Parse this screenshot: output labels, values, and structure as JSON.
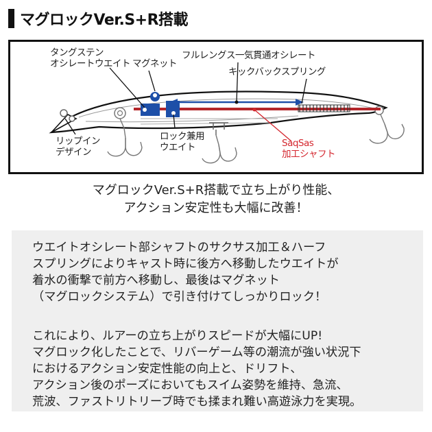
{
  "header": {
    "title": "マグロックVer.S+R搭載"
  },
  "diagram": {
    "labels": {
      "tungsten_weight": [
        "タングステン",
        "オシレートウエイト"
      ],
      "magnet": "マグネット",
      "full_length_shaft": "フルレングス一気貫通オシレート",
      "kickback_spring": "キックバックスプリング",
      "lip_in_design": [
        "リップイン",
        "デザイン"
      ],
      "lock_weight": [
        "ロック兼用",
        "ウエイト"
      ],
      "saqsas_shaft": [
        "SaqSas",
        "加工シャフト"
      ]
    },
    "colors": {
      "weight_blue": "#1d4fa8",
      "shaft_red": "#b3262a",
      "saqsas_label_red": "#d4262e",
      "outline": "#111111"
    }
  },
  "caption": {
    "lines": [
      "マグロックVer.S+R搭載で立ち上がり性能、",
      "アクション安定性も大幅に改善！"
    ]
  },
  "description": {
    "paragraph1": [
      "ウエイトオシレート部シャフトのサクサス加工＆ハーフ",
      "スプリングによりキャスト時に後方へ移動したウエイトが",
      "着水の衝撃で前方へ移動し、最後はマグネット",
      "（マグロックシステム）で引き付けてしっかりロック！"
    ],
    "paragraph2": [
      "これにより、ルアーの立ち上がりスピードが大幅にUP!",
      "マグロック化したことで、リバーゲーム等の潮流が強い状況下",
      "におけるアクション安定性能の向上と、ドリフト、",
      "アクション後のポーズにおいてもスイム姿勢を維持、急流、",
      "荒波、ファストリトリーブ時でも揉まれ難い高遊泳力を実現。"
    ],
    "background": "#efefef"
  }
}
